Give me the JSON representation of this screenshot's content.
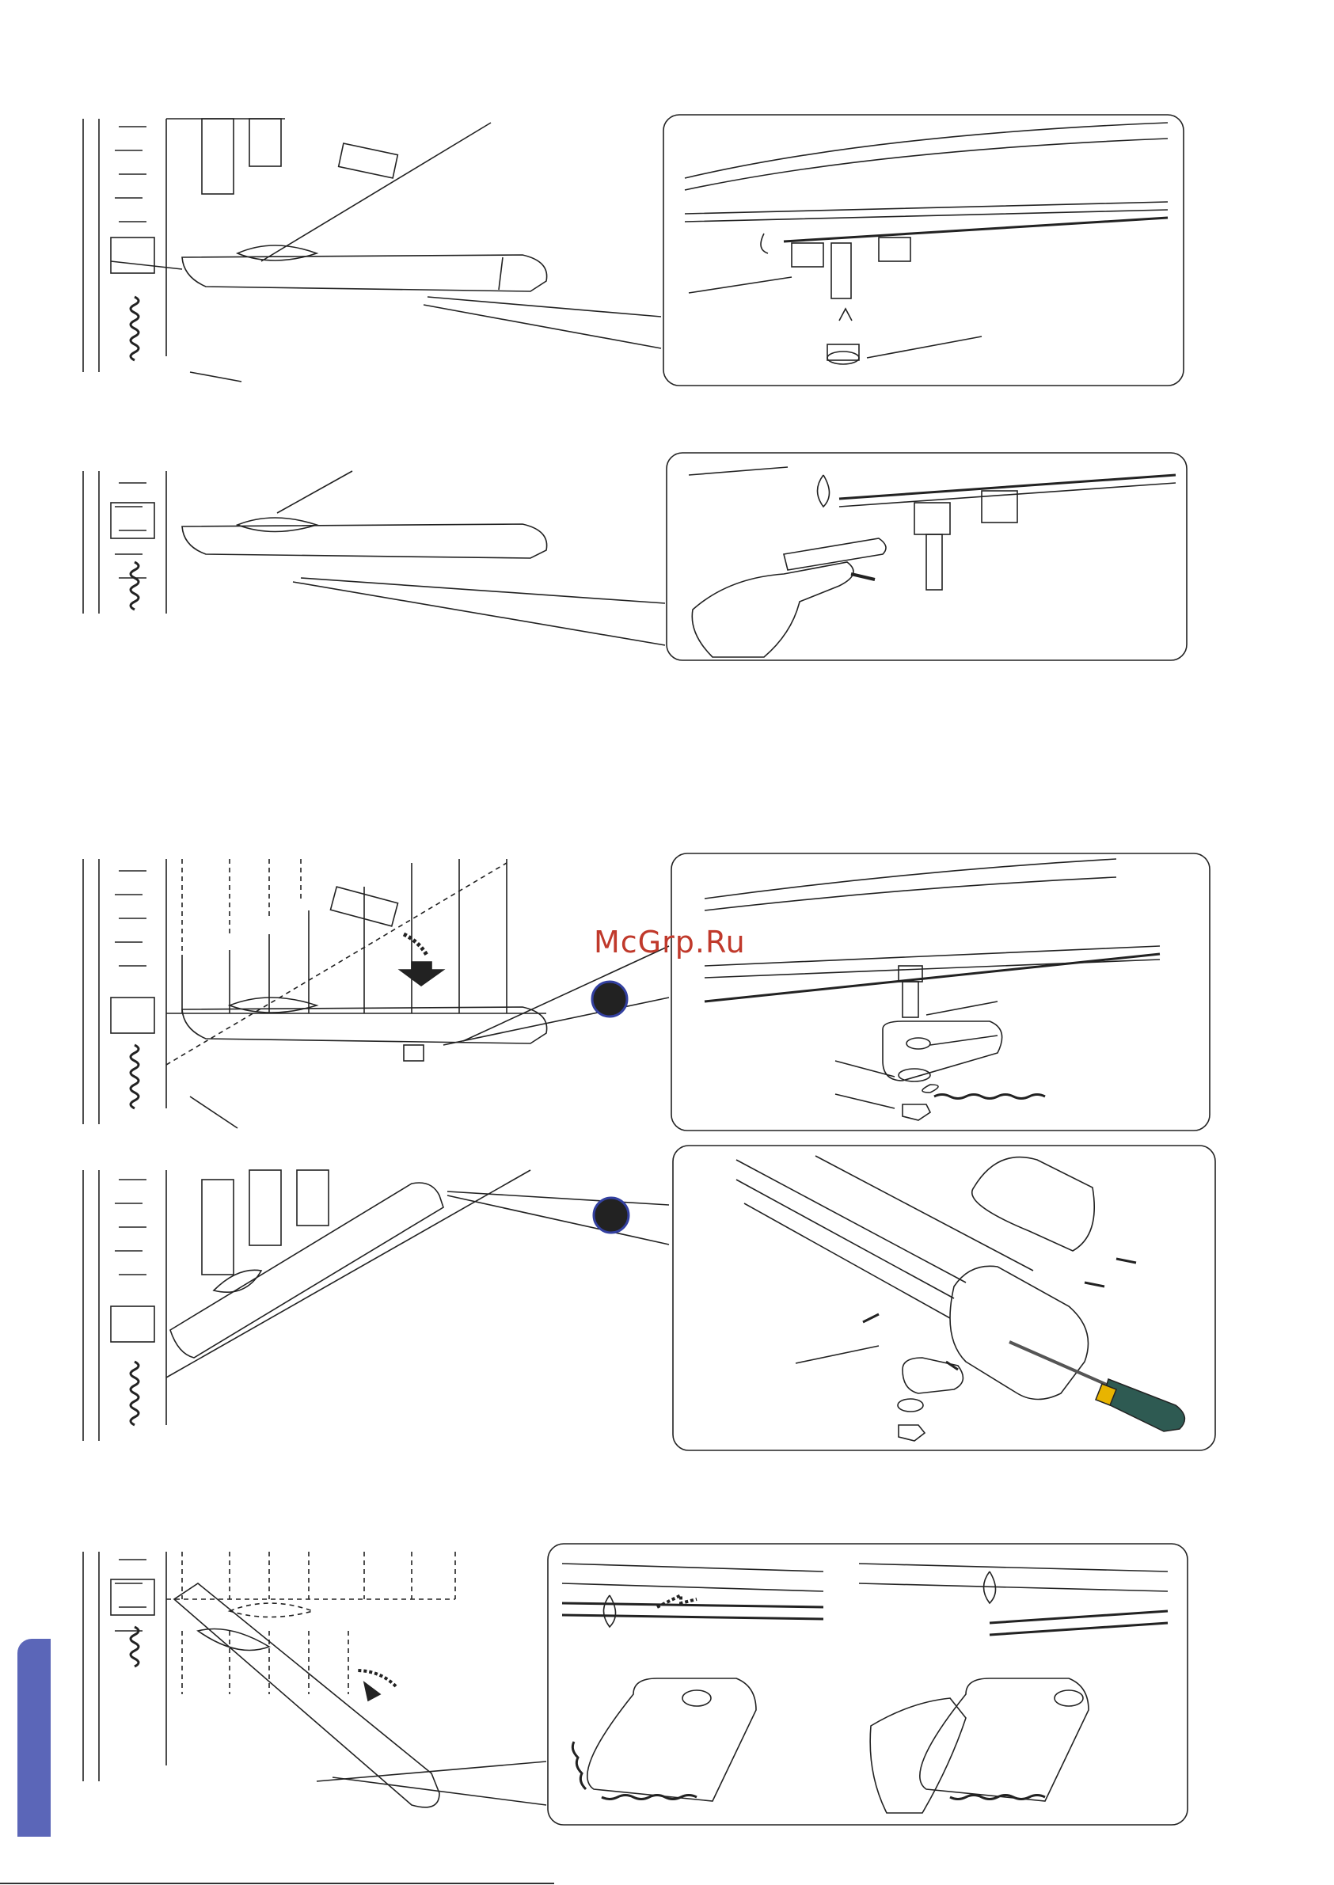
{
  "watermark": {
    "text": "McGrp.Ru"
  },
  "colors": {
    "accent": "#5b66b8",
    "watermark": "#c0392b",
    "screwdriver": "#2e5a52",
    "handle_yellow": "#e8b400"
  },
  "figures": [
    {
      "id": "fig1",
      "icon": "gate-motor-cap-removal"
    },
    {
      "id": "fig2",
      "icon": "gate-motor-wrench"
    },
    {
      "id": "fig3",
      "icon": "gate-motor-bracket-fitting"
    },
    {
      "id": "fig4",
      "icon": "gate-motor-screwdriver"
    },
    {
      "id": "fig5",
      "icon": "gate-motor-bracket-slide"
    }
  ]
}
